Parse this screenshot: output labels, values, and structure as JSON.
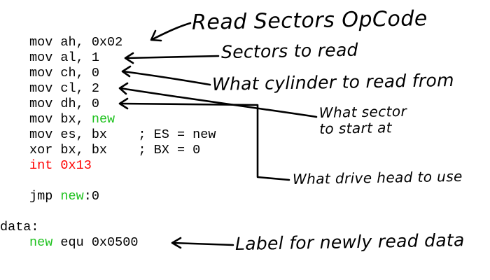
{
  "code": {
    "lines": [
      {
        "mnemonic": "mov",
        "operands": "ah, 0x02"
      },
      {
        "mnemonic": "mov",
        "operands": "al, 1"
      },
      {
        "mnemonic": "mov",
        "operands": "ch, 0"
      },
      {
        "mnemonic": "mov",
        "operands": "cl, 2"
      },
      {
        "mnemonic": "mov",
        "operands": "dh, 0"
      },
      {
        "mnemonic": "mov",
        "operands": "bx, ",
        "highlight": "new"
      },
      {
        "mnemonic": "mov",
        "operands": "es, bx",
        "comment": "; ES = new"
      },
      {
        "mnemonic": "xor",
        "operands": "bx, bx",
        "comment": "; BX = 0"
      },
      {
        "interrupt": "int 0x13"
      },
      {
        "mnemonic": "jmp",
        "highlight": "new",
        "suffix": ":0"
      },
      {
        "label": "data:"
      },
      {
        "highlight": "new",
        "operands": "equ 0x0500"
      }
    ]
  },
  "annotations": {
    "opcode": "Read Sectors OpCode",
    "sectors": "Sectors to read",
    "cylinder": "What cylinder to read from",
    "sector_line1": "What sector",
    "sector_line2": "to start at",
    "head": "What drive head to use",
    "label": "Label for newly read data"
  },
  "colors": {
    "text": "#000000",
    "highlight": "#1fc21f",
    "interrupt": "#ff0000",
    "background": "#ffffff"
  }
}
